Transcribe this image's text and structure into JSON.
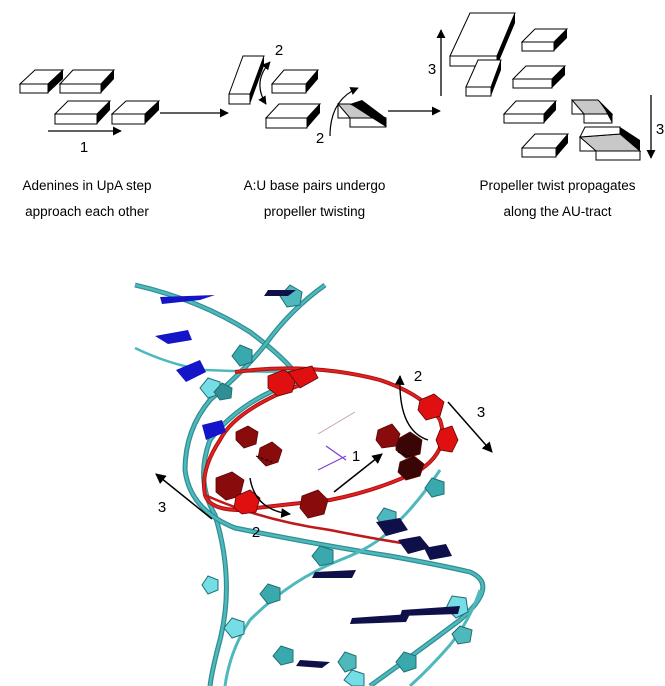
{
  "steps": [
    {
      "marks": [
        "1"
      ],
      "caption_line1": "Adenines in UpA step",
      "caption_line2": "approach each other"
    },
    {
      "marks": [
        "2",
        "2"
      ],
      "caption_line1": "A:U base pairs undergo",
      "caption_line2": "propeller twisting"
    },
    {
      "marks": [
        "3",
        "3"
      ],
      "caption_line1": "Propeller twist propagates",
      "caption_line2": "along the AU-tract"
    }
  ],
  "structure_labels": [
    "1",
    "2",
    "2",
    "3",
    "3"
  ],
  "colors": {
    "backbone_teal": "#3aa9ad",
    "backbone_red": "#d91a1a",
    "base_blue": "#1414c8",
    "base_navy": "#0f0f4a",
    "base_red": "#e01010",
    "base_darkred": "#8a0b0b",
    "base_maroon": "#3a0505",
    "sugar_teal": "#4fb8bc",
    "sugar_cyan": "#74dde6",
    "hbond_purple": "#7a3bd6",
    "block_shade": "#c8c8c8"
  }
}
